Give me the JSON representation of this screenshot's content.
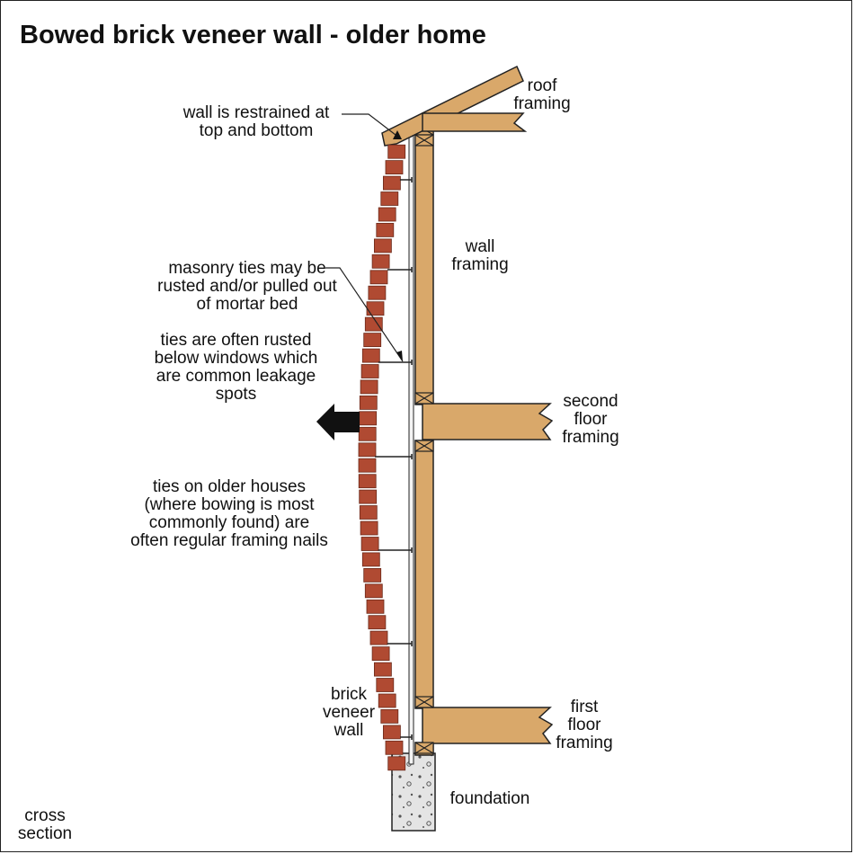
{
  "title": "Bowed brick veneer wall - older home",
  "labels": {
    "roof_framing": [
      "roof",
      "framing"
    ],
    "restrained": [
      "wall is restrained at",
      "top and bottom"
    ],
    "wall_framing": [
      "wall",
      "framing"
    ],
    "masonry_ties": [
      "masonry ties may be",
      "rusted and/or pulled out",
      "of mortar bed"
    ],
    "ties_rusted": [
      "ties are often rusted",
      "below windows which",
      "are common leakage",
      "spots"
    ],
    "second_floor": [
      "second",
      "floor",
      "framing"
    ],
    "older_houses": [
      "ties on older houses",
      "(where bowing is most",
      "commonly found) are",
      "often regular framing nails"
    ],
    "brick_veneer": [
      "brick",
      "veneer",
      "wall"
    ],
    "first_floor": [
      "first",
      "floor",
      "framing"
    ],
    "foundation": [
      "foundation"
    ],
    "cross_section": [
      "cross",
      "section"
    ]
  },
  "colors": {
    "wood": "#d9a86a",
    "brick": "#b04a32",
    "mortar": "#f3e6d8",
    "concrete": "#e4e4e4",
    "line": "#222222",
    "arrow": "#111111"
  }
}
